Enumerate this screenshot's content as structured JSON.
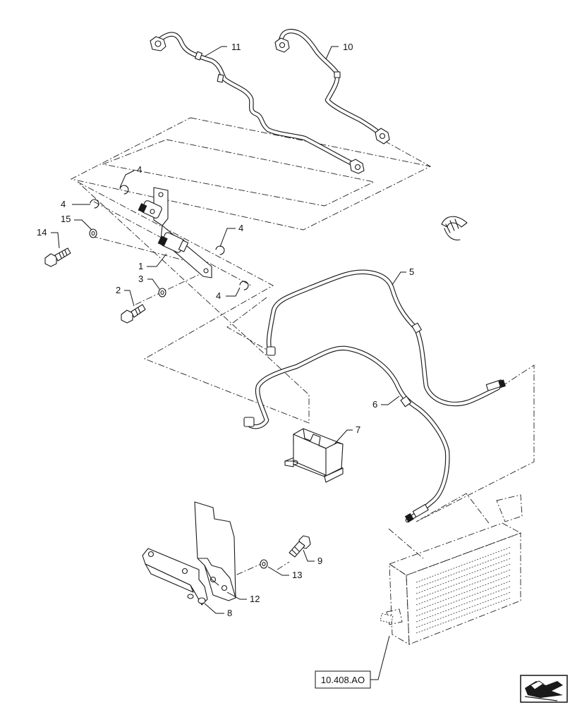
{
  "callouts": [
    {
      "id": "c11",
      "label": "11"
    },
    {
      "id": "c10",
      "label": "10"
    },
    {
      "id": "c4a",
      "label": "4"
    },
    {
      "id": "c4b",
      "label": "4"
    },
    {
      "id": "c15",
      "label": "15"
    },
    {
      "id": "c14",
      "label": "14"
    },
    {
      "id": "c4c",
      "label": "4"
    },
    {
      "id": "c1",
      "label": "1"
    },
    {
      "id": "c3",
      "label": "3"
    },
    {
      "id": "c2",
      "label": "2"
    },
    {
      "id": "c4d",
      "label": "4"
    },
    {
      "id": "c5",
      "label": "5"
    },
    {
      "id": "c6",
      "label": "6"
    },
    {
      "id": "c7",
      "label": "7"
    },
    {
      "id": "c9",
      "label": "9"
    },
    {
      "id": "c13",
      "label": "13"
    },
    {
      "id": "c12",
      "label": "12"
    },
    {
      "id": "c8",
      "label": "8"
    }
  ],
  "reference": {
    "label": "10.408.AO"
  },
  "nav_icon": {
    "icon": "page-turn-arrow-icon"
  }
}
